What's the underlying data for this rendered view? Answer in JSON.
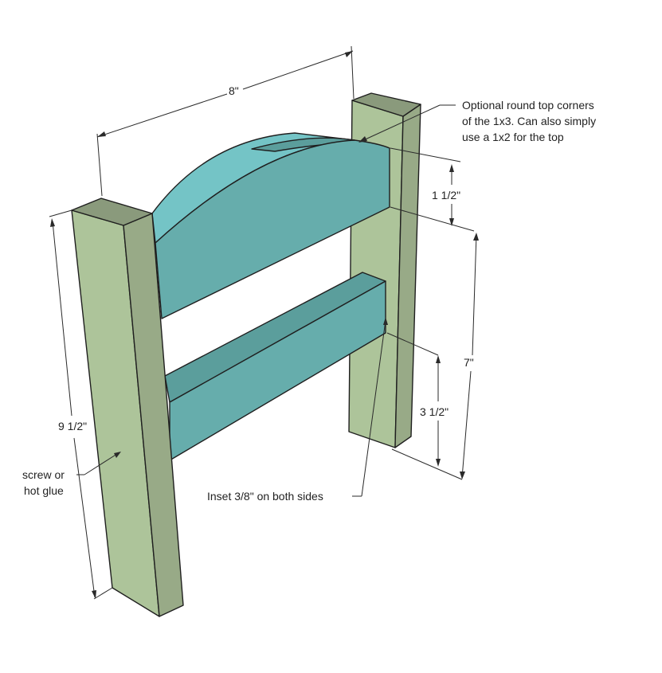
{
  "colors": {
    "post_front": "#adc49a",
    "post_side": "#98aa87",
    "post_top": "#8a9a7c",
    "rail_front": "#66adac",
    "rail_top": "#5b9e9c",
    "rail_light": "#74c4c6",
    "rail_dark": "#539391",
    "line": "#1f1f1f"
  },
  "dimensions": {
    "width": "8\"",
    "top_rail_height": "1 1/2\"",
    "rail_span": "7\"",
    "lower_gap": "3 1/2\"",
    "post_height": "9 1/2\""
  },
  "annotations": {
    "round_corners": [
      "Optional round top corners",
      "of the 1x3.  Can also simply",
      "use a 1x2 for the top"
    ],
    "fastener": [
      "screw or",
      "hot glue"
    ],
    "inset": "Inset 3/8\" on both sides"
  }
}
